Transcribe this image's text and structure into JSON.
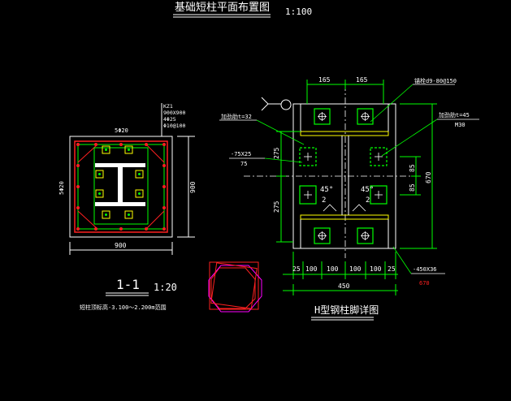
{
  "header": {
    "title": "基础短柱平面布置图",
    "scale": "1:100"
  },
  "left_section": {
    "title": "1-1",
    "scale": "1:20",
    "note": "短柱顶标高-3.100～2.200m范围",
    "column_spec": [
      "KZ1",
      "900X900",
      "4Φ25",
      "Φ10@100"
    ],
    "top_rebar": "5Φ20",
    "side_rebar": "5Φ20",
    "dim_bottom": "900",
    "dim_right": "900"
  },
  "right_section": {
    "title": "H型钢柱脚详图",
    "top_dims": [
      "165",
      "165"
    ],
    "bottom_dims": [
      "25",
      "100",
      "100",
      "100",
      "100",
      "25"
    ],
    "bottom_total": "450",
    "left_dims": [
      "275",
      "275"
    ],
    "right_dims": [
      "85",
      "85"
    ],
    "right_total": "670",
    "callout_top": "锚栓d9-80@150",
    "callout_left": "加劲肋t=32",
    "callout_right_1": "加劲肋t=45",
    "callout_right_2": "M30",
    "callout_stiffener": "-75X25",
    "callout_stiffener_2": "75",
    "weld_left": "45°",
    "weld_left_2": "2",
    "weld_right": "45°",
    "weld_right_2": "2",
    "plate_spec": "-450X36",
    "plate_spec_2": "670"
  },
  "colors": {
    "white": "#ffffff",
    "green": "#00ff00",
    "yellow": "#ffff00",
    "red": "#ff2020",
    "magenta": "#ff00ff",
    "cyan": "#00ffff"
  }
}
